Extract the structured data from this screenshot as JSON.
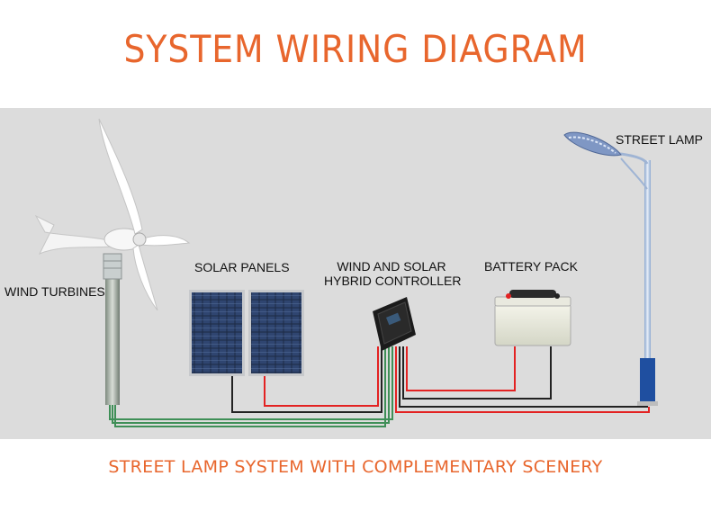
{
  "title": "SYSTEM WIRING DIAGRAM",
  "subtitle": "STREET LAMP SYSTEM WITH COMPLEMENTARY SCENERY",
  "components": {
    "wind_turbines": "WIND TURBINES",
    "solar_panels": "SOLAR PANELS",
    "controller_line1": "WIND AND SOLAR",
    "controller_line2": "HYBRID CONTROLLER",
    "battery_pack": "BATTERY PACK",
    "street_lamp": "STREET LAMP"
  },
  "colors": {
    "accent": "#e8662d",
    "background_panel": "#dcdcdc",
    "wire_red": "#e32222",
    "wire_black": "#222222",
    "wire_green": "#3f8f57"
  }
}
